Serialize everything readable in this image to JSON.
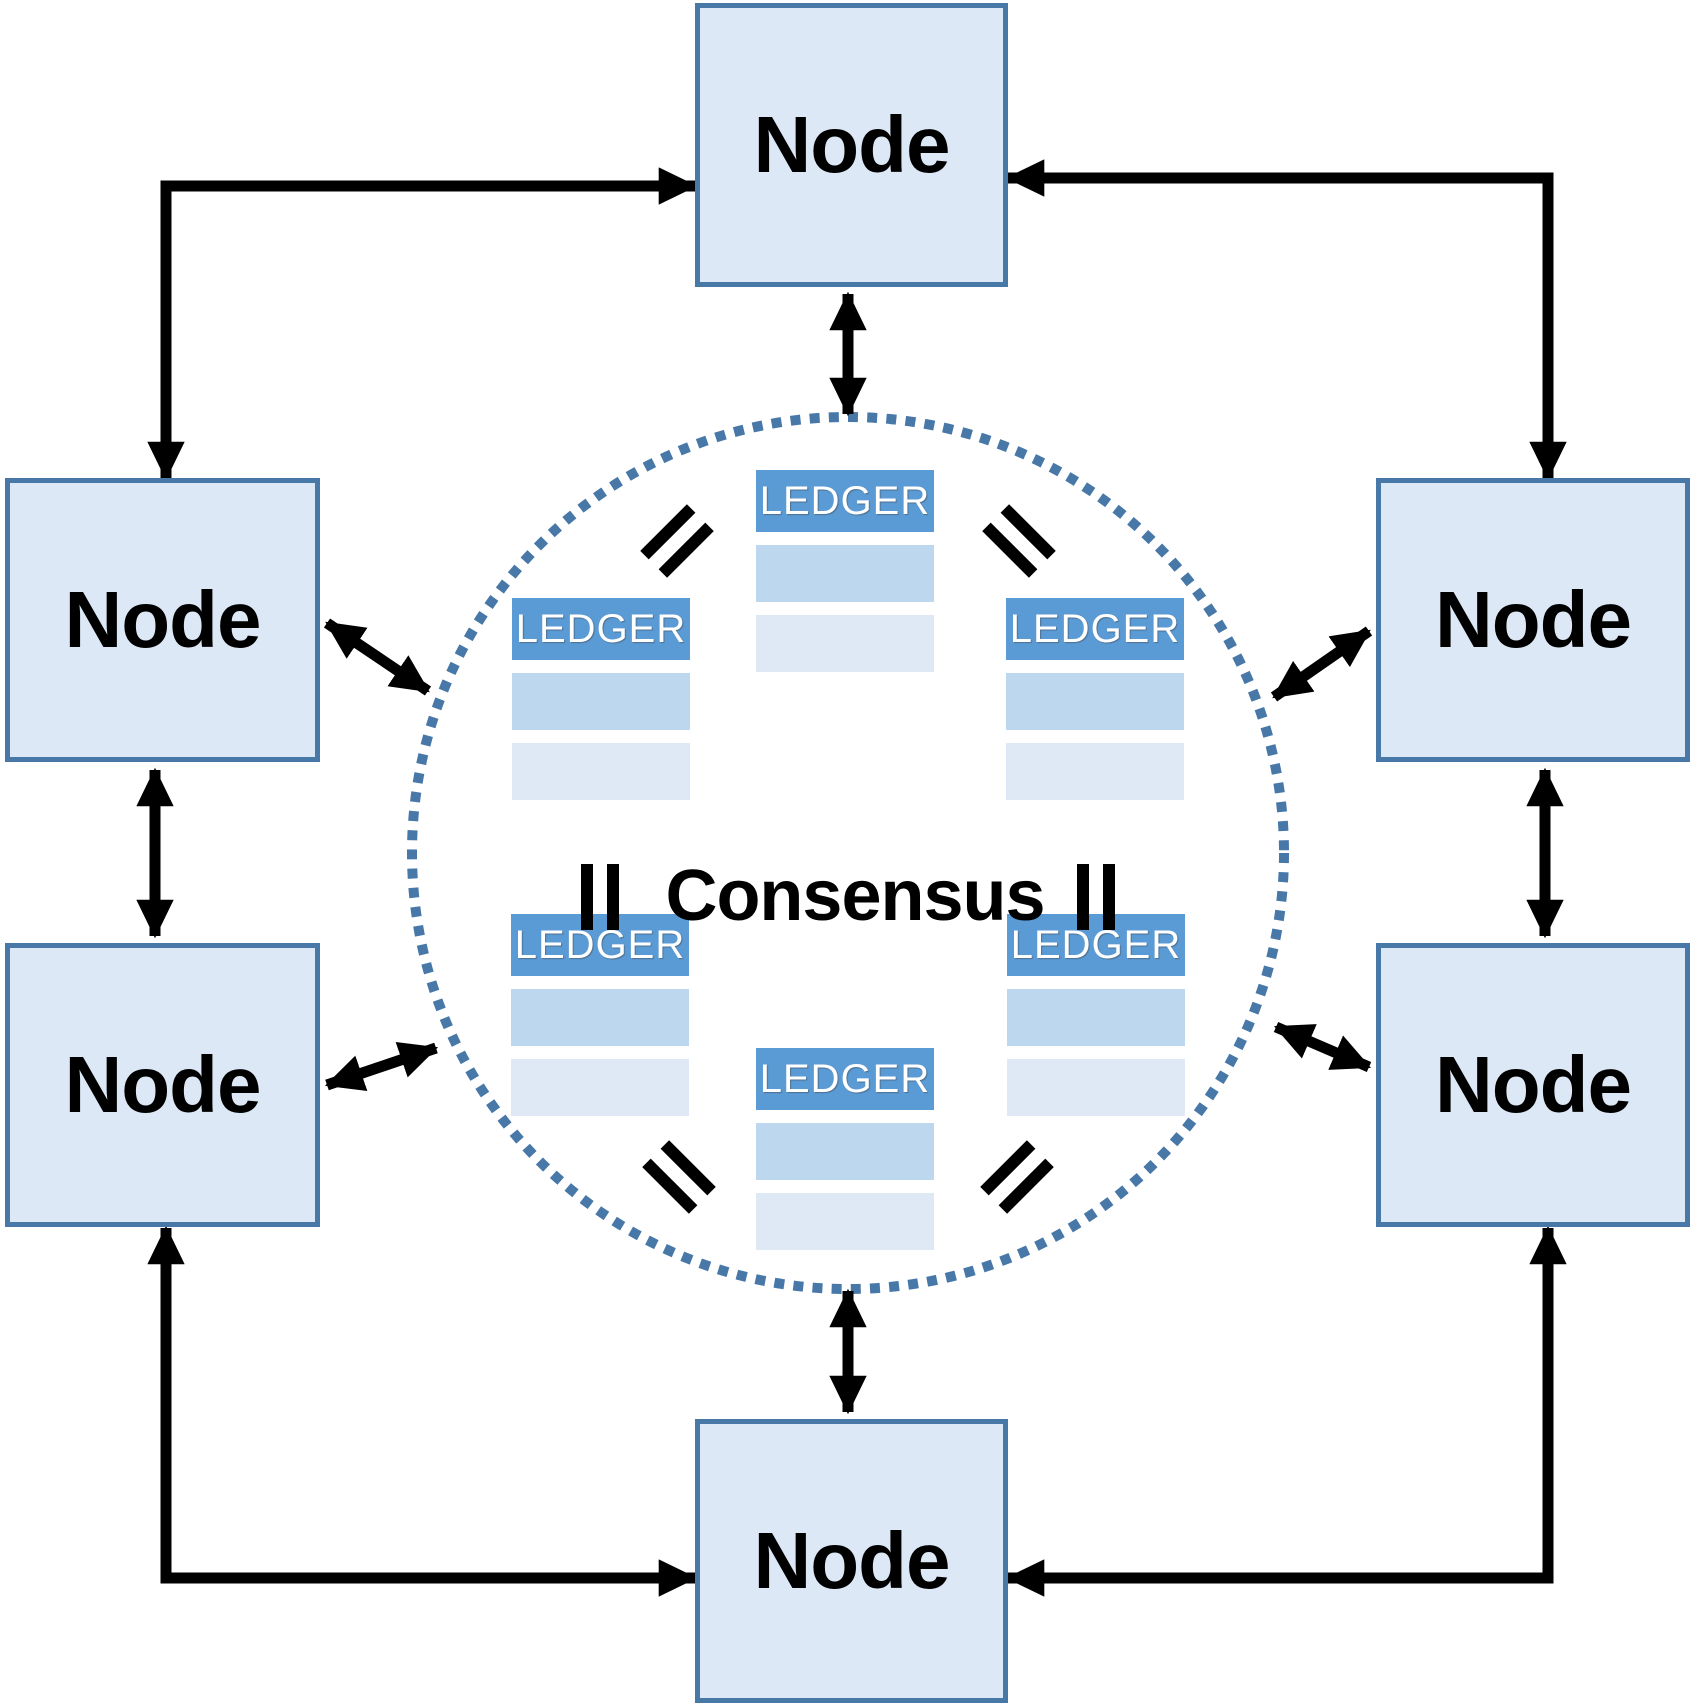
{
  "diagram": {
    "type": "peer-to-peer-consensus-network",
    "consensus": {
      "label": "Consensus"
    },
    "nodes": [
      {
        "position": "top",
        "label": "Node"
      },
      {
        "position": "left-upper",
        "label": "Node"
      },
      {
        "position": "right-upper",
        "label": "Node"
      },
      {
        "position": "left-lower",
        "label": "Node"
      },
      {
        "position": "right-lower",
        "label": "Node"
      },
      {
        "position": "bottom",
        "label": "Node"
      }
    ],
    "ledgers": [
      {
        "position": "top-center",
        "label": "LEDGER",
        "blank_rows": 2
      },
      {
        "position": "upper-left",
        "label": "LEDGER",
        "blank_rows": 2
      },
      {
        "position": "upper-right",
        "label": "LEDGER",
        "blank_rows": 2
      },
      {
        "position": "lower-left",
        "label": "LEDGER",
        "blank_rows": 2
      },
      {
        "position": "lower-right",
        "label": "LEDGER",
        "blank_rows": 2
      },
      {
        "position": "bottom-center",
        "label": "LEDGER",
        "blank_rows": 2
      }
    ],
    "equals_signs": [
      {
        "position": "top-left",
        "orientation": "diagonal-ne"
      },
      {
        "position": "top-right",
        "orientation": "diagonal-se"
      },
      {
        "position": "mid-left",
        "orientation": "vertical"
      },
      {
        "position": "mid-right",
        "orientation": "vertical"
      },
      {
        "position": "bottom-left",
        "orientation": "diagonal-se"
      },
      {
        "position": "bottom-right",
        "orientation": "diagonal-ne"
      }
    ],
    "connections": {
      "outer_elbow_arrows": [
        "top-left",
        "top-right",
        "bottom-left",
        "bottom-right"
      ],
      "side_double_arrows": [
        "left-middle",
        "right-middle"
      ],
      "node_to_circle_arrows": [
        "top",
        "bottom",
        "left-upper",
        "left-lower",
        "right-upper",
        "right-lower"
      ]
    },
    "colors": {
      "background": "#ffffff",
      "node_fill": "#dce8f5",
      "node_border": "#4878a8",
      "ledger_header": "#5b9bd5",
      "ledger_header_text": "#ffffff",
      "ledger_row1": "#bdd7ee",
      "ledger_row2": "#dee9f5",
      "circle_dots": "#4878a8",
      "arrows": "#000000",
      "text": "#000000"
    }
  }
}
